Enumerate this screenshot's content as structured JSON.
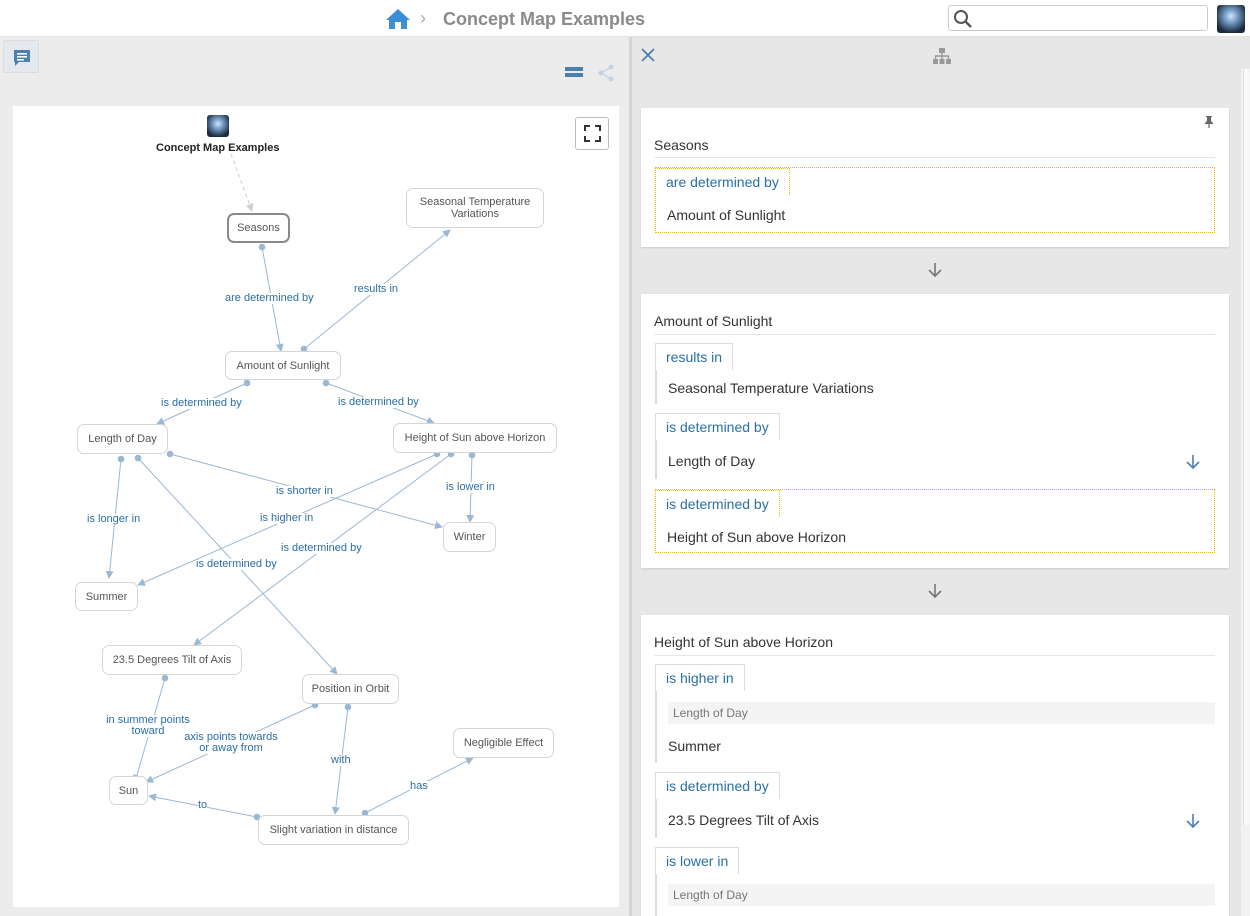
{
  "header": {
    "title": "Concept Map Examples",
    "search_value": "",
    "search_placeholder": ""
  },
  "map": {
    "root_label": "Concept Map Examples",
    "nodes": {
      "seasons": "Seasons",
      "seasonal_temp": "Seasonal Temperature Variations",
      "amount_sunlight": "Amount of Sunlight",
      "length_day": "Length of Day",
      "height_sun": "Height of Sun above Horizon",
      "winter": "Winter",
      "summer": "Summer",
      "tilt": "23.5 Degrees Tilt of Axis",
      "position_orbit": "Position in Orbit",
      "negligible": "Negligible Effect",
      "sun": "Sun",
      "slight_variation": "Slight variation in distance"
    },
    "links": {
      "are_determined_by": "are determined by",
      "results_in": "results in",
      "is_determined_by_1": "is determined by",
      "is_determined_by_2": "is determined by",
      "is_shorter_in": "is shorter in",
      "is_lower_in": "is lower in",
      "is_higher_in": "is higher in",
      "is_longer_in": "is longer in",
      "is_determined_by_3": "is determined by",
      "is_determined_by_4": "is determined by",
      "in_summer_points_toward": "in summer points toward",
      "axis_points": "axis points towards or away from",
      "with": "with",
      "has": "has",
      "to": "to"
    }
  },
  "detail": {
    "cards": [
      {
        "title": "Seasons",
        "relations": [
          {
            "label": "are determined by",
            "target": "Amount of Sunlight"
          }
        ]
      },
      {
        "title": "Amount of Sunlight",
        "relations": [
          {
            "label": "results in",
            "target": "Seasonal Temperature Variations"
          },
          {
            "label": "is determined by",
            "target": "Length of Day"
          },
          {
            "label": "is determined by",
            "target": "Height of Sun above Horizon"
          }
        ]
      },
      {
        "title": "Height of Sun above Horizon",
        "relations": [
          {
            "label": "is higher in",
            "sub": "Length of Day",
            "target": "Summer"
          },
          {
            "label": "is determined by",
            "target": "23.5 Degrees Tilt of Axis"
          },
          {
            "label": "is lower in",
            "sub": "Length of Day"
          }
        ]
      }
    ]
  },
  "colors": {
    "accent": "#2a6fa6",
    "home": "#3b8fd6",
    "link_line": "#9bb8d3",
    "highlight": "#e6c100"
  },
  "icons": [
    "home-icon",
    "search-icon",
    "comment-icon",
    "list-view-icon",
    "share-icon",
    "fullscreen-icon",
    "close-icon",
    "hierarchy-icon",
    "pin-icon",
    "arrow-down-icon"
  ]
}
